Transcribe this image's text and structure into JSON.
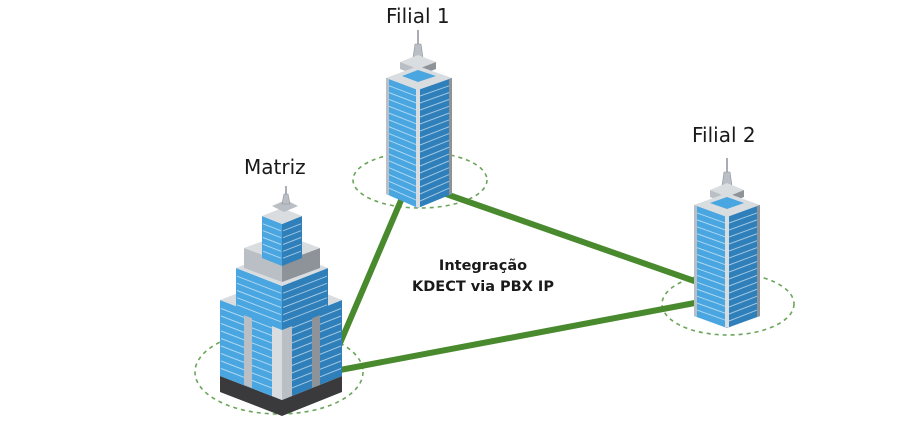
{
  "nodes": {
    "filial1": {
      "label": "Filial 1"
    },
    "filial2": {
      "label": "Filial 2"
    },
    "matriz": {
      "label": "Matriz"
    }
  },
  "connection": {
    "line1": "Integração",
    "line2": "KDECT via PBX IP"
  },
  "colors": {
    "link": "#4a8a2e",
    "coverage_ring": "#6aa55a",
    "glass": "#4aa6e0",
    "glass_dark": "#2e7fba",
    "concrete_light": "#d9dde0",
    "concrete_mid": "#b9bfc4",
    "concrete_dark": "#8d9398",
    "base": "#3a3a3c"
  }
}
